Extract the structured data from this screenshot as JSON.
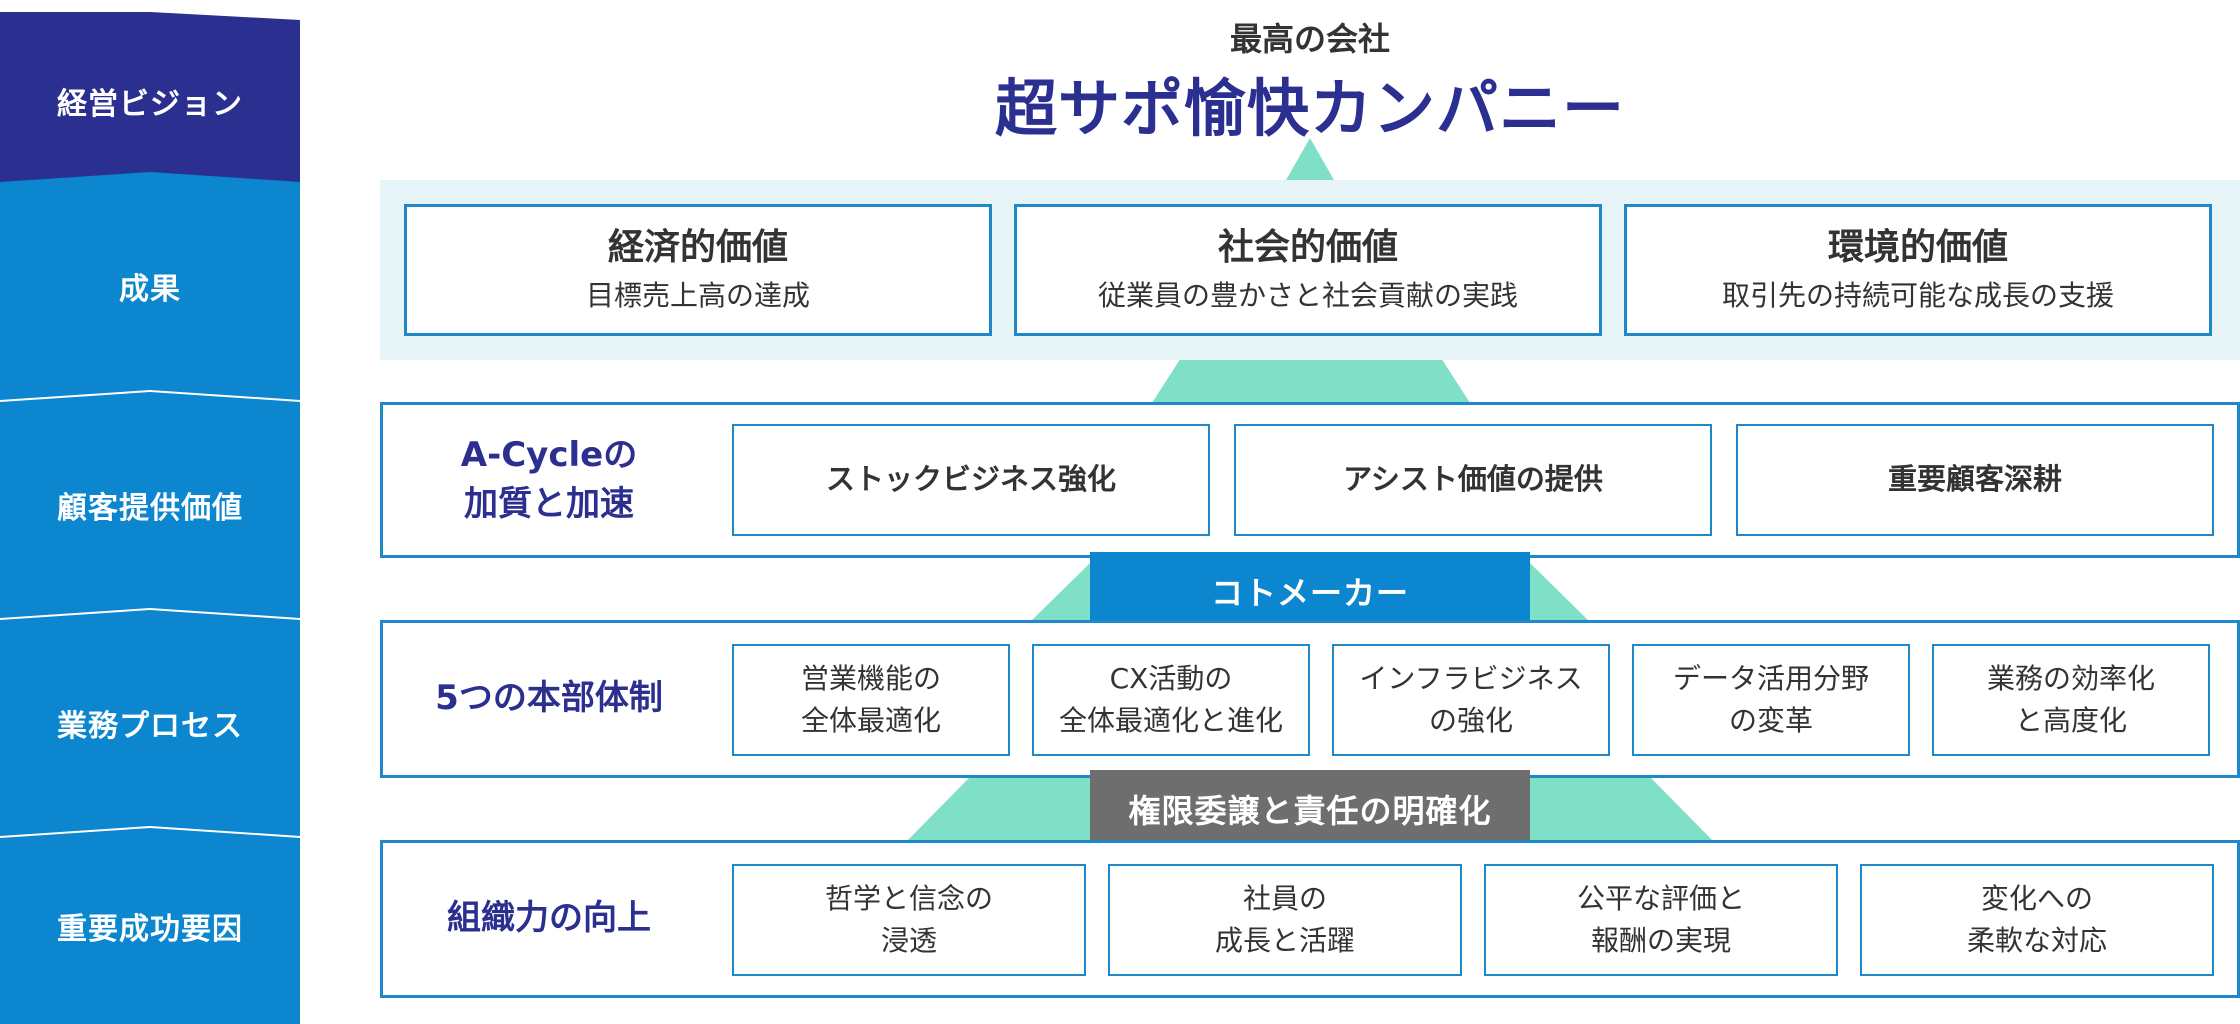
{
  "sidebar": {
    "items": [
      {
        "label": "経営ビジョン",
        "color": "#2b2f90"
      },
      {
        "label": "成果",
        "color": "#0b86cf"
      },
      {
        "label": "顧客提供価値",
        "color": "#0b86cf"
      },
      {
        "label": "業務プロセス",
        "color": "#0b86cf"
      },
      {
        "label": "重要成功要因",
        "color": "#0b86cf"
      }
    ]
  },
  "vision": {
    "subtitle": "最高の会社",
    "title": "超サポ愉快カンパニー"
  },
  "results": [
    {
      "heading": "経済的価値",
      "detail": "目標売上高の達成"
    },
    {
      "heading": "社会的価値",
      "detail": "従業員の豊かさと社会貢献の実践"
    },
    {
      "heading": "環境的価値",
      "detail": "取引先の持続可能な成長の支援"
    }
  ],
  "customer_value": {
    "label_line1": "A-Cycleの",
    "label_line2": "加質と加速",
    "items": [
      "ストックビジネス強化",
      "アシスト価値の提供",
      "重要顧客深耕"
    ]
  },
  "banner_kotomaker": "コトメーカー",
  "process": {
    "label": "5つの本部体制",
    "items": [
      {
        "line1": "営業機能の",
        "line2": "全体最適化"
      },
      {
        "line1": "CX活動の",
        "line2": "全体最適化と進化"
      },
      {
        "line1": "インフラビジネス",
        "line2": "の強化"
      },
      {
        "line1": "データ活用分野",
        "line2": "の変革"
      },
      {
        "line1": "業務の効率化",
        "line2": "と高度化"
      }
    ]
  },
  "banner_delegation": "権限委譲と責任の明確化",
  "success_factors": {
    "label": "組織力の向上",
    "items": [
      {
        "line1": "哲学と信念の",
        "line2": "浸透"
      },
      {
        "line1": "社員の",
        "line2": "成長と活躍"
      },
      {
        "line1": "公平な評価と",
        "line2": "報酬の実現"
      },
      {
        "line1": "変化への",
        "line2": "柔軟な対応"
      }
    ]
  },
  "colors": {
    "navy": "#2b2f90",
    "blue": "#0b86cf",
    "border_blue": "#1f88c9",
    "pyramid_green": "#7fdfc7",
    "band_light": "#e6f4f8",
    "banner_gray": "#6e6e6e"
  }
}
